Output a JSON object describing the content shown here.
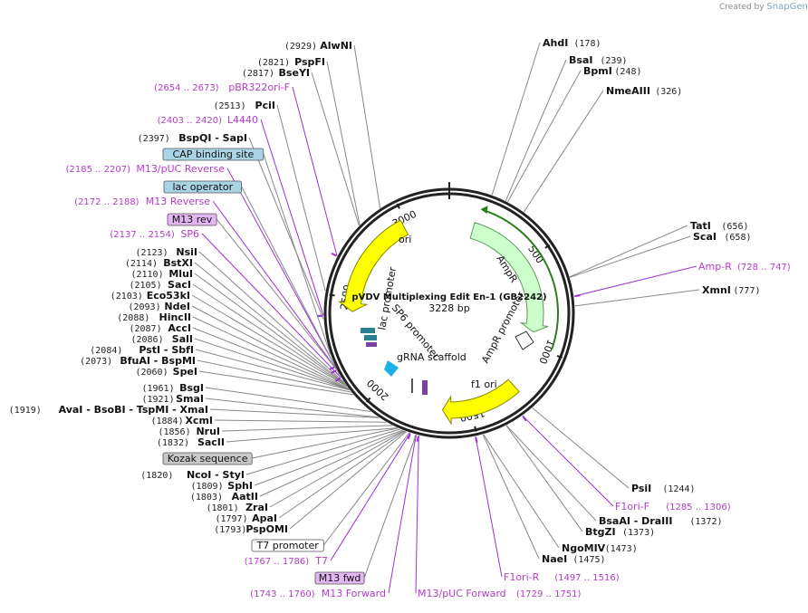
{
  "watermark": {
    "prefix": "Created by",
    "brand": "SnapGene"
  },
  "plasmid": {
    "name": "pVDV Multiplexing Edit En-1 (GB2242)",
    "size_label": "3228 bp",
    "length": 3228
  },
  "colors": {
    "ring": "#222222",
    "primer": "#9b30d9",
    "ori": "#ffff00",
    "ampr": "#ccffcc",
    "ampr_line": "#2f7d1f",
    "box_blue": "#a9d4e6",
    "box_purple": "#e2b6f0",
    "box_gray": "#c8c8c8",
    "leader": "#888888"
  },
  "ticks": [
    {
      "pos": 500,
      "label": "500"
    },
    {
      "pos": 1000,
      "label": "1000"
    },
    {
      "pos": 1500,
      "label": "1500"
    },
    {
      "pos": 2000,
      "label": "2000"
    },
    {
      "pos": 2500,
      "label": "2500"
    },
    {
      "pos": 3000,
      "label": "3000"
    }
  ],
  "enzymes_right": [
    {
      "name": "AhdI",
      "pos": "(178)",
      "bp": 178
    },
    {
      "name": "BsaI",
      "pos": "(239)",
      "bp": 239
    },
    {
      "name": "BpmI",
      "pos": "(248)",
      "bp": 248
    },
    {
      "name": "NmeAIII",
      "pos": "(326)",
      "bp": 326
    },
    {
      "name": "TatI",
      "pos": "(656)",
      "bp": 656
    },
    {
      "name": "ScaI",
      "pos": "(658)",
      "bp": 658
    },
    {
      "name": "XmnI",
      "pos": "(777)",
      "bp": 777
    },
    {
      "name": "PsiI",
      "pos": "(1244)",
      "bp": 1244
    },
    {
      "name": "BsaAI - DraIII",
      "pos": "(1372)",
      "bp": 1372
    },
    {
      "name": "BtgZI",
      "pos": "(1373)",
      "bp": 1373
    },
    {
      "name": "NgoMIV",
      "pos": "(1473)",
      "bp": 1473
    },
    {
      "name": "NaeI",
      "pos": "(1475)",
      "bp": 1475
    }
  ],
  "enzymes_left": [
    {
      "name": "AlwNI",
      "pos": "(2929)",
      "bp": 2929
    },
    {
      "name": "PspFI",
      "pos": "(2821)",
      "bp": 2821
    },
    {
      "name": "BseYI",
      "pos": "(2817)",
      "bp": 2817
    },
    {
      "name": "PciI",
      "pos": "(2513)",
      "bp": 2513
    },
    {
      "name": "BspQI - SapI",
      "pos": "(2397)",
      "bp": 2397
    },
    {
      "name": "NsiI",
      "pos": "(2123)",
      "bp": 2123
    },
    {
      "name": "BstXI",
      "pos": "(2114)",
      "bp": 2114
    },
    {
      "name": "MluI",
      "pos": "(2110)",
      "bp": 2110
    },
    {
      "name": "SacI",
      "pos": "(2105)",
      "bp": 2105
    },
    {
      "name": "Eco53kI",
      "pos": "(2103)",
      "bp": 2103
    },
    {
      "name": "NdeI",
      "pos": "(2093)",
      "bp": 2093
    },
    {
      "name": "HincII",
      "pos": "(2088)",
      "bp": 2088
    },
    {
      "name": "AccI",
      "pos": "(2087)",
      "bp": 2087
    },
    {
      "name": "SalI",
      "pos": "(2086)",
      "bp": 2086
    },
    {
      "name": "PstI - SbfI",
      "pos": "(2084)",
      "bp": 2084
    },
    {
      "name": "BfuAI - BspMI",
      "pos": "(2073)",
      "bp": 2073
    },
    {
      "name": "SpeI",
      "pos": "(2060)",
      "bp": 2060
    },
    {
      "name": "BsgI",
      "pos": "(1961)",
      "bp": 1961
    },
    {
      "name": "SmaI",
      "pos": "(1921)",
      "bp": 1921
    },
    {
      "name": "AvaI - BsoBI - TspMI - XmaI",
      "pos": "(1919)",
      "bp": 1919
    },
    {
      "name": "XcmI",
      "pos": "(1884)",
      "bp": 1884
    },
    {
      "name": "NruI",
      "pos": "(1856)",
      "bp": 1856
    },
    {
      "name": "SacII",
      "pos": "(1832)",
      "bp": 1832
    },
    {
      "name": "NcoI - StyI",
      "pos": "(1820)",
      "bp": 1820
    },
    {
      "name": "SphI",
      "pos": "(1809)",
      "bp": 1809
    },
    {
      "name": "AatII",
      "pos": "(1803)",
      "bp": 1803
    },
    {
      "name": "ZraI",
      "pos": "(1801)",
      "bp": 1801
    },
    {
      "name": "ApaI",
      "pos": "(1797)",
      "bp": 1797
    },
    {
      "name": "PspOMI",
      "pos": "(1793)",
      "bp": 1793
    }
  ],
  "features_right": [
    {
      "name": "Amp-R",
      "range": "(728 .. 747)",
      "bp": 737
    },
    {
      "name": "F1ori-F",
      "range": "(1285 .. 1306)",
      "bp": 1295
    },
    {
      "name": "F1ori-R",
      "range": "(1497 .. 1516)",
      "bp": 1506
    },
    {
      "name": "M13/pUC Forward",
      "range": "(1729 .. 1751)",
      "bp": 1740
    }
  ],
  "features_left": [
    {
      "name": "pBR322ori-F",
      "range": "(2654 .. 2673)",
      "bp": 2663
    },
    {
      "name": "L4440",
      "range": "(2403 .. 2420)",
      "bp": 2411
    },
    {
      "name": "M13/pUC Reverse",
      "range": "(2185 .. 2207)",
      "bp": 2196
    },
    {
      "name": "M13 Reverse",
      "range": "(2172 .. 2188)",
      "bp": 2180
    },
    {
      "name": "SP6",
      "range": "(2137 .. 2154)",
      "bp": 2145
    },
    {
      "name": "T7",
      "range": "(1767 .. 1786)",
      "bp": 1776
    },
    {
      "name": "M13 Forward",
      "range": "(1743 .. 1760)",
      "bp": 1751
    }
  ],
  "boxed_labels": [
    {
      "text": "CAP binding site",
      "style": "blue",
      "bp": 2250
    },
    {
      "text": "lac operator",
      "style": "blue",
      "bp": 2160
    },
    {
      "text": "M13 rev",
      "style": "purple",
      "bp": 2180
    },
    {
      "text": "Kozak sequence",
      "style": "gray",
      "bp": 1830
    },
    {
      "text": "T7 promoter",
      "style": "white",
      "bp": 1780
    },
    {
      "text": "M13 fwd",
      "style": "purple",
      "bp": 1751
    }
  ],
  "inner_features": [
    {
      "name": "ori",
      "kind": "arrow",
      "color": "ori",
      "start": 2980,
      "end": 2400
    },
    {
      "name": "AmpR",
      "kind": "arrow",
      "color": "ampr",
      "start": 140,
      "end": 900
    },
    {
      "name": "AmpR promoter",
      "kind": "arrow",
      "color": "ampr",
      "start": 1000,
      "end": 900
    },
    {
      "name": "f1 ori",
      "kind": "arrow",
      "color": "ori",
      "start": 1230,
      "end": 1660
    },
    {
      "name": "lac promoter",
      "kind": "text"
    },
    {
      "name": "SP6 promoter",
      "kind": "text"
    },
    {
      "name": "gRNA scaffold",
      "kind": "text"
    }
  ]
}
